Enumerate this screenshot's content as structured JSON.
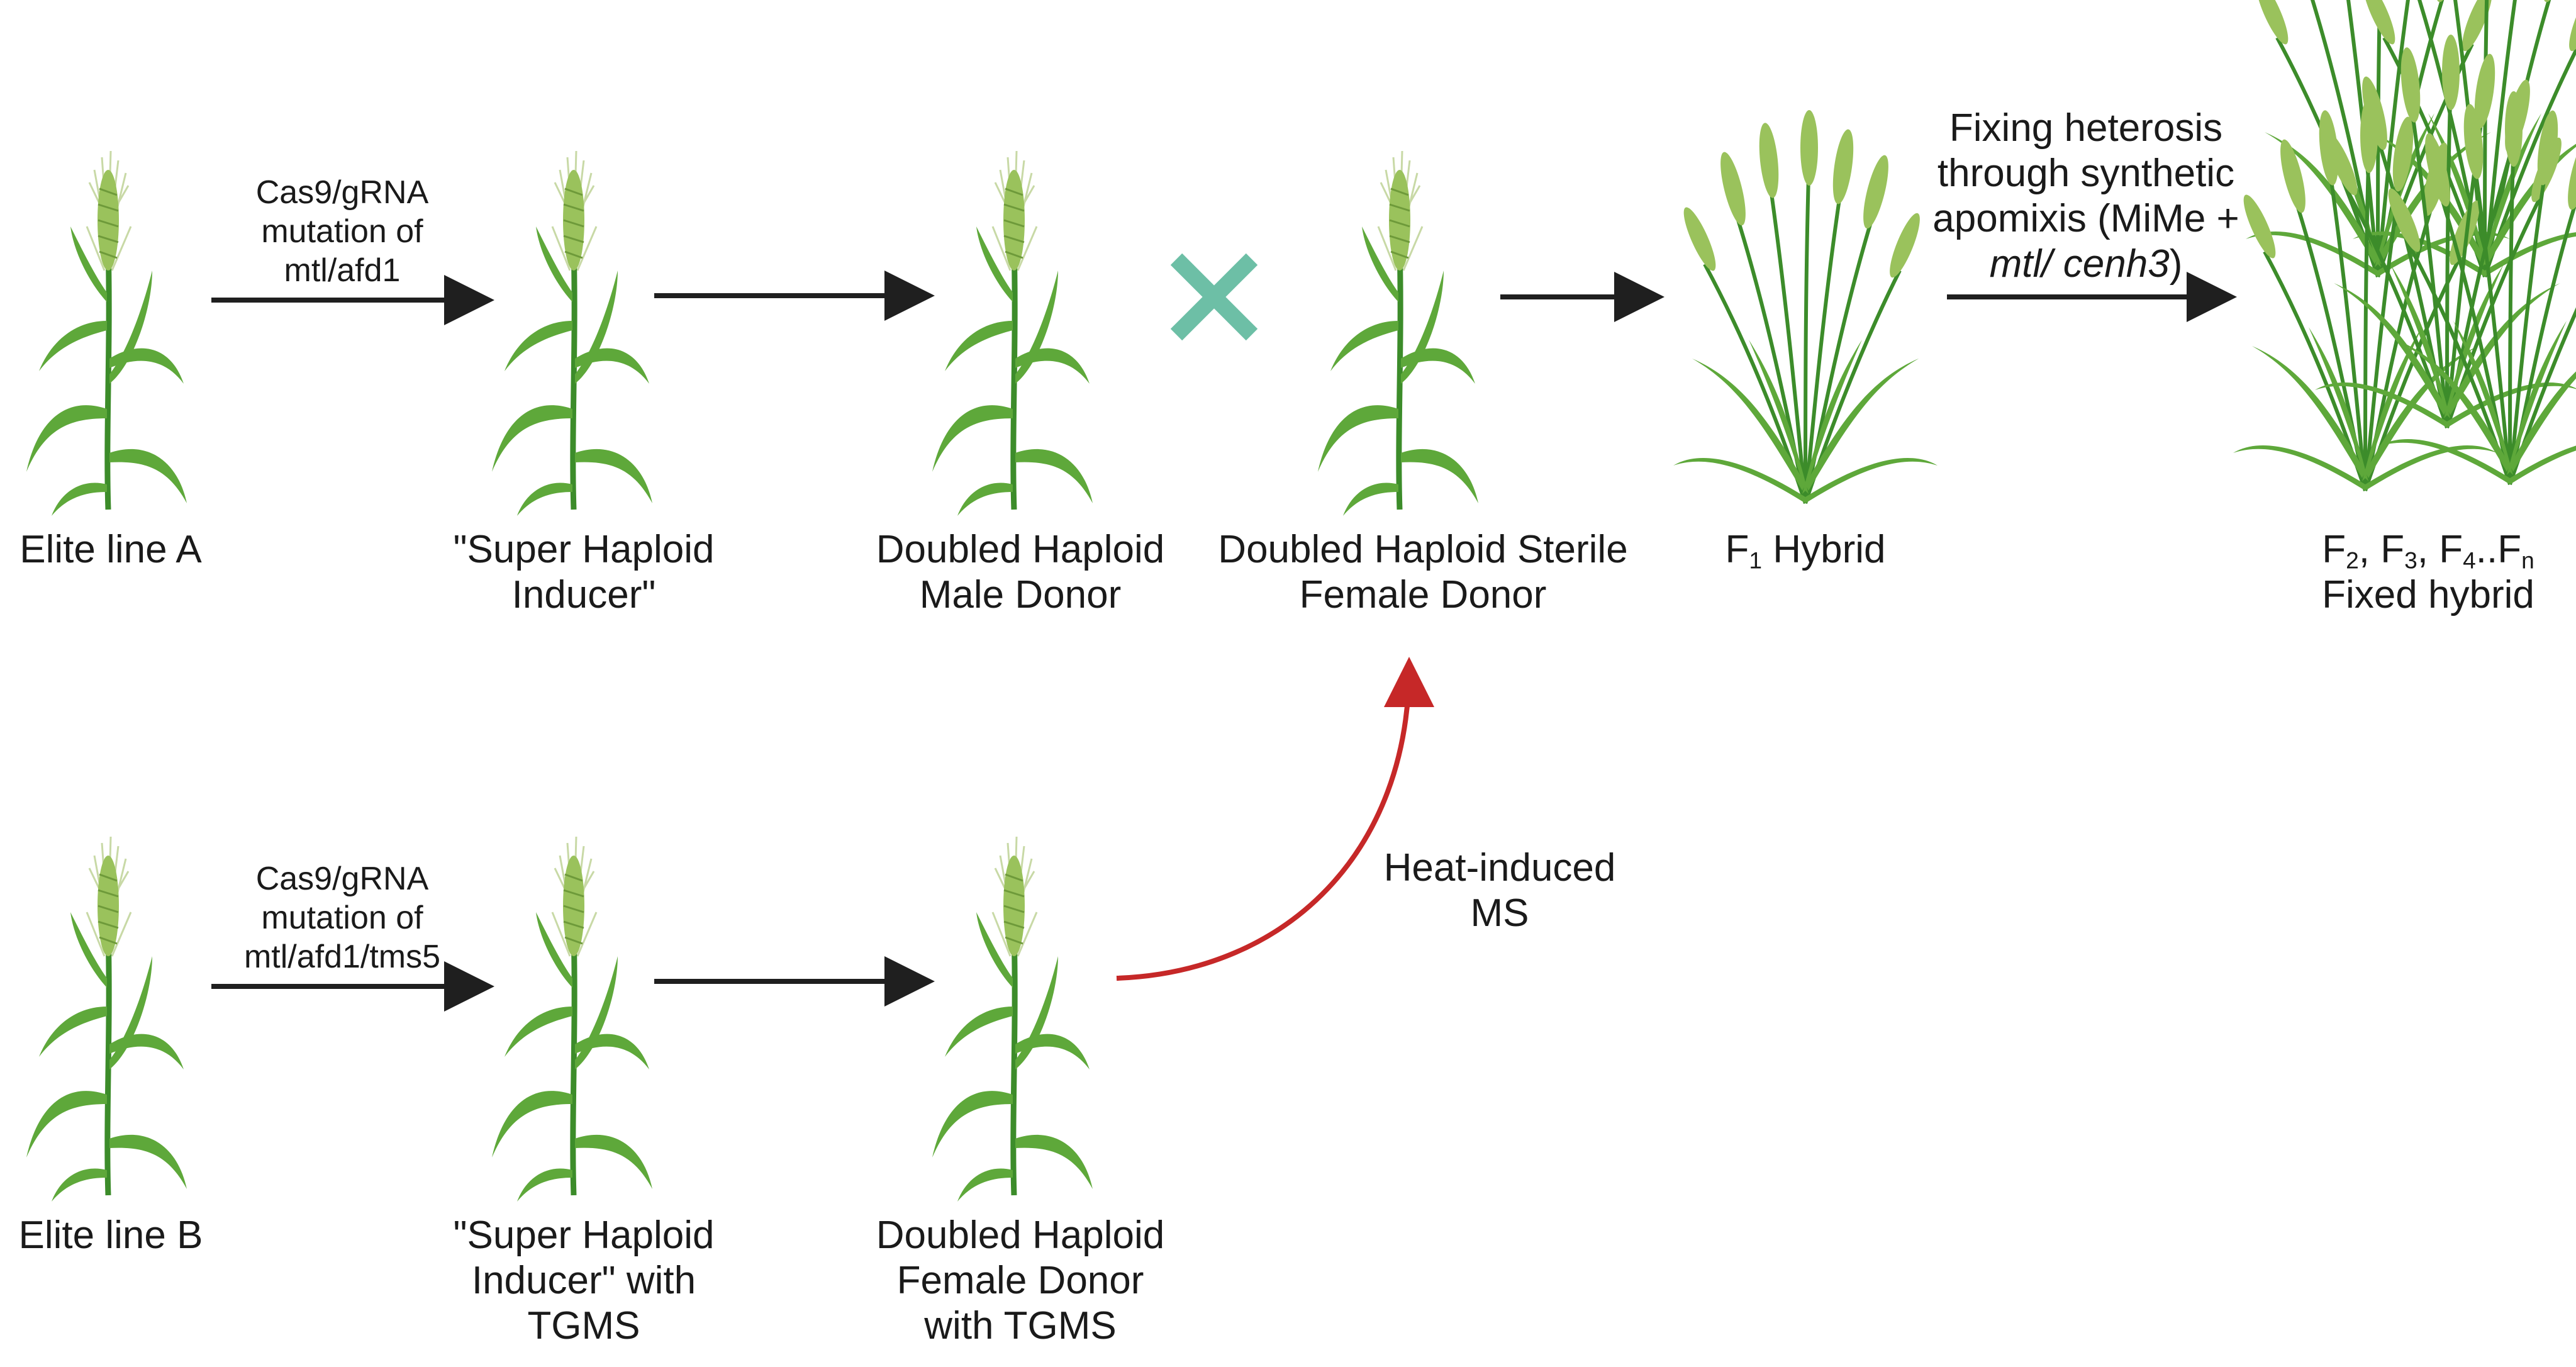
{
  "nodes": {
    "elite_a": {
      "line1": "Elite line A"
    },
    "super_inducer_a": {
      "line1": "\"Super Haploid",
      "line2": "Inducer\""
    },
    "dh_male": {
      "line1": "Doubled Haploid",
      "line2": "Male Donor"
    },
    "dh_sterile_female": {
      "line1": "Doubled Haploid Sterile",
      "line2": "Female Donor"
    },
    "f1": {
      "prefix": "F",
      "sub": "1",
      "suffix": " Hybrid"
    },
    "fixed": {
      "gens": [
        {
          "base": "F",
          "sub": "2",
          "sep": ", "
        },
        {
          "base": "F",
          "sub": "3",
          "sep": ", "
        },
        {
          "base": "F",
          "sub": "4",
          "sep": ".."
        },
        {
          "base": "F",
          "sub": "n",
          "sep": ""
        }
      ],
      "line2": "Fixed hybrid"
    },
    "elite_b": {
      "line1": "Elite line B"
    },
    "super_inducer_b": {
      "line1": "\"Super Haploid",
      "line2": "Inducer\" with",
      "line3": "TGMS"
    },
    "dh_female_tgms": {
      "line1": "Doubled Haploid",
      "line2": "Female Donor",
      "line3": "with TGMS"
    }
  },
  "arrows": {
    "cas9_a": {
      "line1": "Cas9/gRNA",
      "line2": "mutation of",
      "line3": "mtl/afd1"
    },
    "apomixis": {
      "line1": "Fixing heterosis",
      "line2": "through synthetic",
      "line3": "apomixis (MiMe +",
      "italic1": "mtl/",
      "italic2": " cenh3",
      "close": ")"
    },
    "cas9_b": {
      "line1": "Cas9/gRNA",
      "line2": "mutation of",
      "line3": "mtl/afd1/tms5"
    },
    "heat": {
      "line1": "Heat-induced",
      "line2": "MS"
    }
  },
  "colors": {
    "arrow": "#1f1f1f",
    "cross": "#6dbfa6",
    "heat_arrow": "#c62828",
    "stem": "#3c8c2a",
    "leaf": "#5ea83a",
    "ear": "#9ac25c",
    "awn": "#c8d9a6"
  },
  "icons": {
    "plant": "wheat-plant-icon",
    "cross": "cross-icon",
    "crop": "wheat-clump-icon"
  }
}
